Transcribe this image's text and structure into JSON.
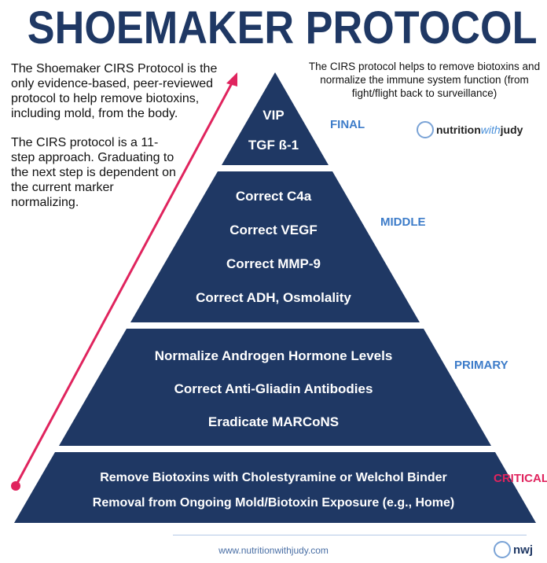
{
  "title": "SHOEMAKER PROTOCOL",
  "intro": [
    "The Shoemaker CIRS Protocol is the only evidence-based, peer-reviewed protocol to help remove biotoxins, including mold, from the body.",
    "The CIRS protocol is a 11-step approach. Graduating to the next step is dependent on the current marker normalizing."
  ],
  "right_note": "The CIRS protocol helps to remove biotoxins and normalize the immune system function (from fight/flight back to surveillance)",
  "logo": {
    "a": "nutrition",
    "b": "with",
    "c": "judy"
  },
  "tiers": [
    {
      "level": "FINAL",
      "items": [
        "VIP",
        "TGF ß-1"
      ]
    },
    {
      "level": "MIDDLE",
      "items": [
        "Correct C4a",
        "Correct VEGF",
        "Correct MMP-9",
        "Correct ADH, Osmolality"
      ]
    },
    {
      "level": "PRIMARY",
      "items": [
        "Normalize Androgen Hormone Levels",
        "Correct Anti-Gliadin Antibodies",
        "Eradicate MARCoNS"
      ]
    },
    {
      "level": "CRITICAL",
      "items": [
        "Remove Biotoxins with Cholestyramine or Welchol Binder",
        "Removal from Ongoing Mold/Biotoxin Exposure (e.g., Home)"
      ]
    }
  ],
  "colors": {
    "navy": "#1f3864",
    "level": "#3d7cc9",
    "critical": "#e0245e",
    "arrow": "#e0245e"
  },
  "footer": {
    "url": "www.nutritionwithjudy.com",
    "mark": "nwj"
  }
}
